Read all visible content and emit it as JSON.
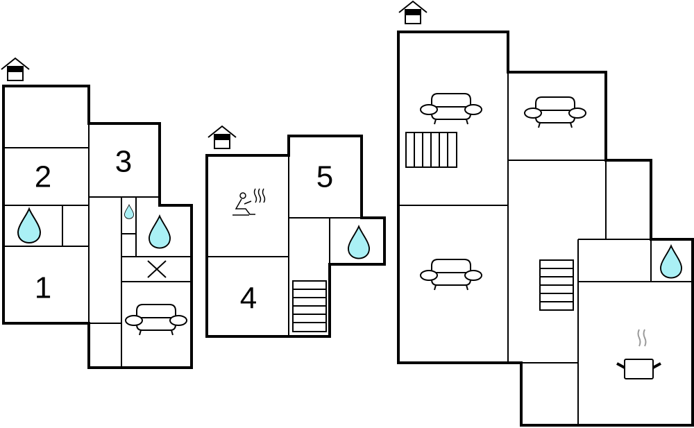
{
  "rooms": {
    "r1": "1",
    "r2": "2",
    "r3": "3",
    "r4": "4",
    "r5": "5"
  },
  "colors": {
    "water": "#aaf0f5",
    "walls": "#000000",
    "steam": "#999999"
  }
}
